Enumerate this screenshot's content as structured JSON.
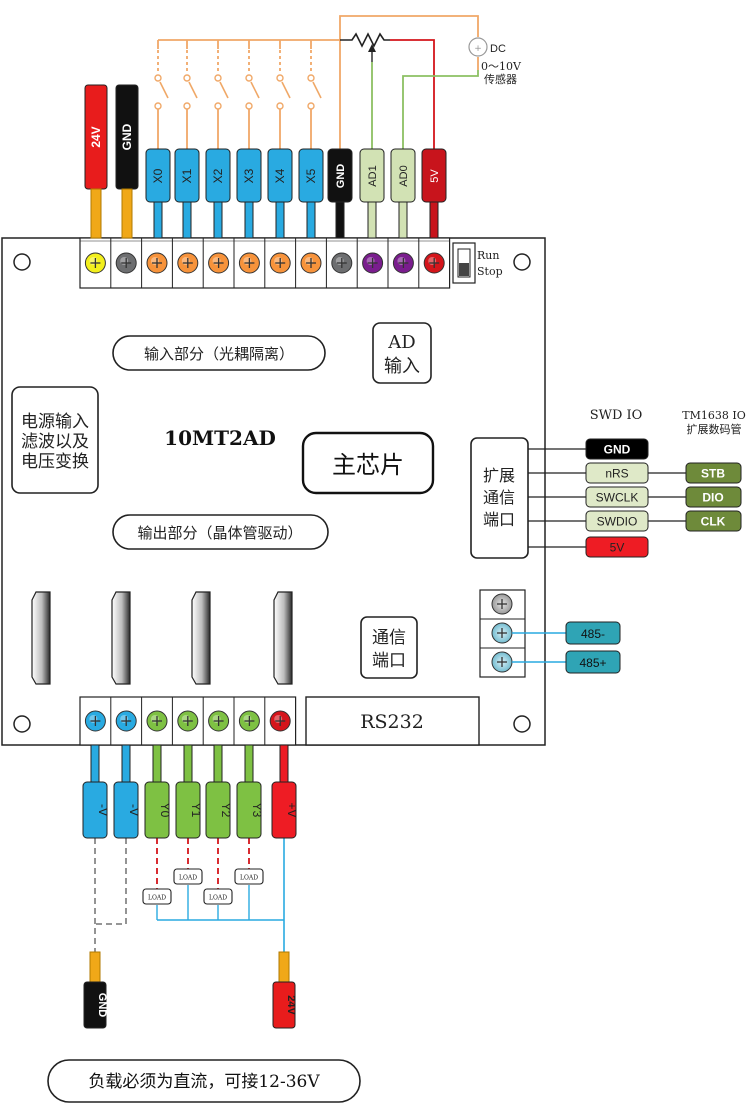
{
  "board": {
    "model": "10MT2AD",
    "main_chip": "主芯片",
    "input_section": "输入部分（光耦隔离）",
    "output_section": "输出部分（晶体管驱动）",
    "power_block": [
      "电源输入",
      "滤波以及",
      "电压变换"
    ],
    "ad_block": [
      "AD",
      "输入"
    ],
    "ext_port": [
      "扩展",
      "通信",
      "端口"
    ],
    "comm_port": [
      "通信",
      "端口"
    ],
    "rs232": "RS232",
    "run_label": "Run",
    "stop_label": "Stop"
  },
  "top_pins": [
    {
      "label": "24V",
      "color": "#e81c1c"
    },
    {
      "label": "GND",
      "color": "#111111"
    }
  ],
  "input_pins": [
    "X0",
    "X1",
    "X2",
    "X3",
    "X4",
    "X5"
  ],
  "right_pins": [
    {
      "label": "GND",
      "color": "#111111",
      "text": "#ffffff"
    },
    {
      "label": "AD1",
      "color": "#d2e2b4",
      "text": "#222222"
    },
    {
      "label": "AD0",
      "color": "#d2e2b4",
      "text": "#222222"
    },
    {
      "label": "5V",
      "color": "#c8141c",
      "text": "#ffffff"
    }
  ],
  "dc_sensor": [
    "DC",
    "0～10V",
    "传感器"
  ],
  "swd": {
    "title": "SWD IO",
    "pins": [
      {
        "label": "GND",
        "bg": "#000000",
        "fg": "#ffffff"
      },
      {
        "label": "nRS",
        "bg": "#dfe9c8",
        "fg": "#222222"
      },
      {
        "label": "SWCLK",
        "bg": "#dfe9c8",
        "fg": "#222222"
      },
      {
        "label": "SWDIO",
        "bg": "#dfe9c8",
        "fg": "#222222"
      },
      {
        "label": "5V",
        "bg": "#ee1c24",
        "fg": "#222222"
      }
    ]
  },
  "tm1638": {
    "title_line1": "TM1638 IO",
    "title_line2": "扩展数码管",
    "pins": [
      "STB",
      "DIO",
      "CLK"
    ]
  },
  "rs485": [
    "485-",
    "485+"
  ],
  "output_pins": [
    {
      "label": "-V",
      "color": "#29aae1"
    },
    {
      "label": "-V",
      "color": "#29aae1"
    },
    {
      "label": "Y0",
      "color": "#7ec143"
    },
    {
      "label": "Y1",
      "color": "#7ec143"
    },
    {
      "label": "Y2",
      "color": "#7ec143"
    },
    {
      "label": "Y3",
      "color": "#7ec143"
    },
    {
      "label": "+V",
      "color": "#ee1c24"
    }
  ],
  "load_label": "LOAD",
  "bottom_probes": [
    {
      "label": "GND",
      "color": "#111111"
    },
    {
      "label": "24V",
      "color": "#e81c1c"
    }
  ],
  "note": "负载必须为直流，可接12-36V",
  "colors": {
    "orange_wire": "#f0a868",
    "red_wire": "#d4151b",
    "green_wire": "#8cc063",
    "blue_wire": "#29aae1",
    "load_wire": "#d4151b",
    "terminal_orange": "#f7933b",
    "terminal_purple": "#7a1d8e",
    "terminal_gray": "#6d6e70",
    "terminal_yellow": "#f2ef1c",
    "terminal_red": "#d4151b",
    "terminal_blue": "#29aae1",
    "terminal_green": "#7ec143",
    "input_cyan": "#29aae1",
    "tm_green": "#6e8a3a",
    "rs485_blue": "#2fa4b5"
  }
}
